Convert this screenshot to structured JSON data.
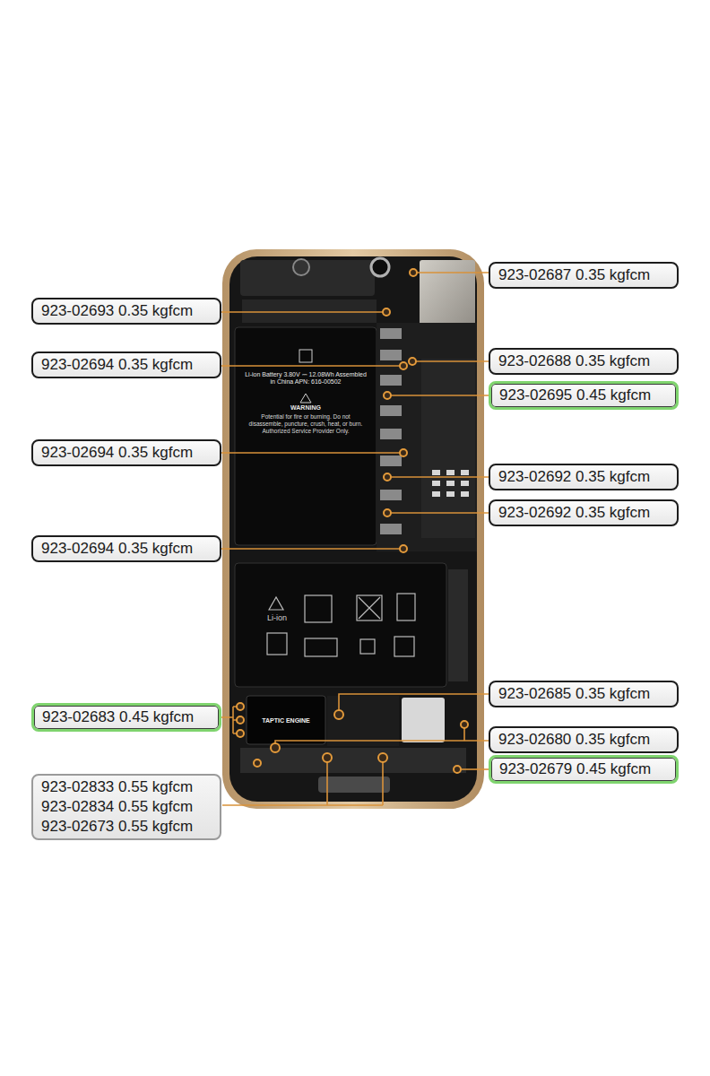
{
  "diagram": {
    "nodes": [
      {
        "text": [
          "923-02687 0.35 kgfcm"
        ]
      },
      {
        "text": [
          "923-02693 0.35 kgfcm"
        ]
      },
      {
        "text": [
          "923-02688 0.35 kgfcm"
        ]
      },
      {
        "text": [
          "923-02694 0.35 kgfcm"
        ]
      },
      {
        "text": [
          "923-02695 0.45 kgfcm"
        ]
      },
      {
        "text": [
          "923-02694 0.35 kgfcm"
        ]
      },
      {
        "text": [
          "923-02692 0.35 kgfcm"
        ]
      },
      {
        "text": [
          "923-02692 0.35 kgfcm"
        ]
      },
      {
        "text": [
          "923-02694 0.35 kgfcm"
        ]
      },
      {
        "text": [
          "923-02685 0.35 kgfcm"
        ]
      },
      {
        "text": [
          "923-02683 0.45 kgfcm"
        ]
      },
      {
        "text": [
          "923-02680 0.35 kgfcm"
        ]
      },
      {
        "text": [
          "923-02679 0.45 kgfcm"
        ]
      },
      {
        "text": [
          "923-02833 0.55 kgfcm",
          "923-02834 0.55 kgfcm",
          "923-02673 0.55 kgfcm"
        ]
      }
    ],
    "edges": [],
    "labels": [
      "Li-ion Battery 3.80V ⎓ 12.08Wh Assembled in China APN: 616-00502",
      "WARNING",
      "Potential for fire or burning. Do not disassemble, puncture, crush, heat, or burn. Authorized Service Provider Only.",
      "Li-ion",
      "TAPTIC ENGINE"
    ]
  }
}
